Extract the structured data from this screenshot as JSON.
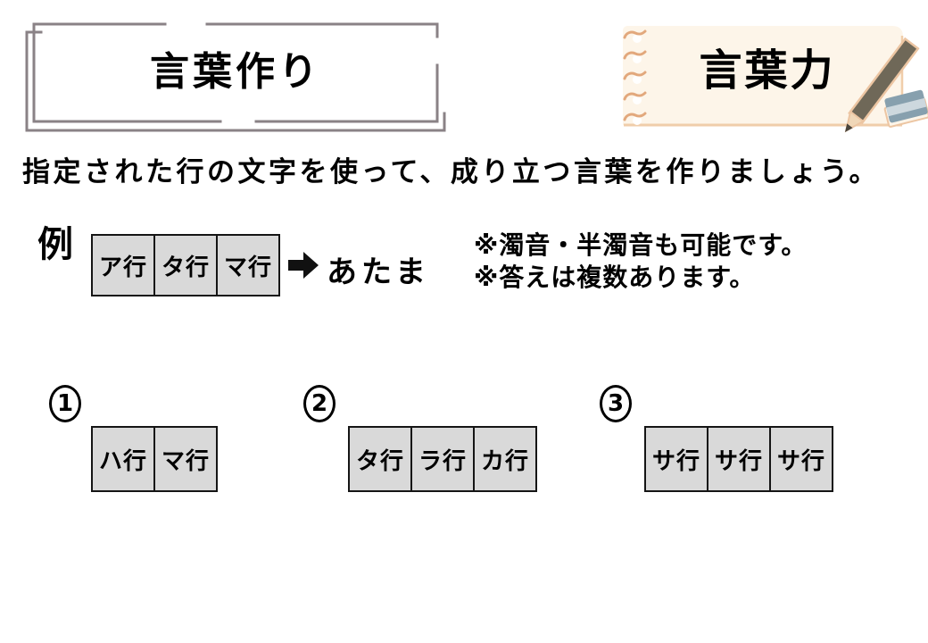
{
  "header": {
    "title": "言葉作り",
    "badge": "言葉力"
  },
  "instruction": "指定された行の文字を使って、成り立つ言葉を作りましょう。",
  "example": {
    "label": "例",
    "cells": [
      "ア行",
      "タ行",
      "マ行"
    ],
    "answer": "あたま",
    "notes": [
      "※濁音・半濁音も可能です。",
      "※答えは複数あります。"
    ]
  },
  "problems": [
    {
      "number": "1",
      "cells": [
        "ハ行",
        "マ行"
      ]
    },
    {
      "number": "2",
      "cells": [
        "タ行",
        "ラ行",
        "カ行"
      ]
    },
    {
      "number": "3",
      "cells": [
        "サ行",
        "サ行",
        "サ行"
      ]
    }
  ],
  "colors": {
    "frame_gray": "#8a8286",
    "cell_bg": "#d9d9d9",
    "cell_border": "#151515",
    "notepad_bg": "#fdf5e9",
    "notepad_accent": "#e2a87c",
    "pencil_body": "#6f6858",
    "eraser_blue": "#8fa5b2",
    "text": "#000000"
  }
}
